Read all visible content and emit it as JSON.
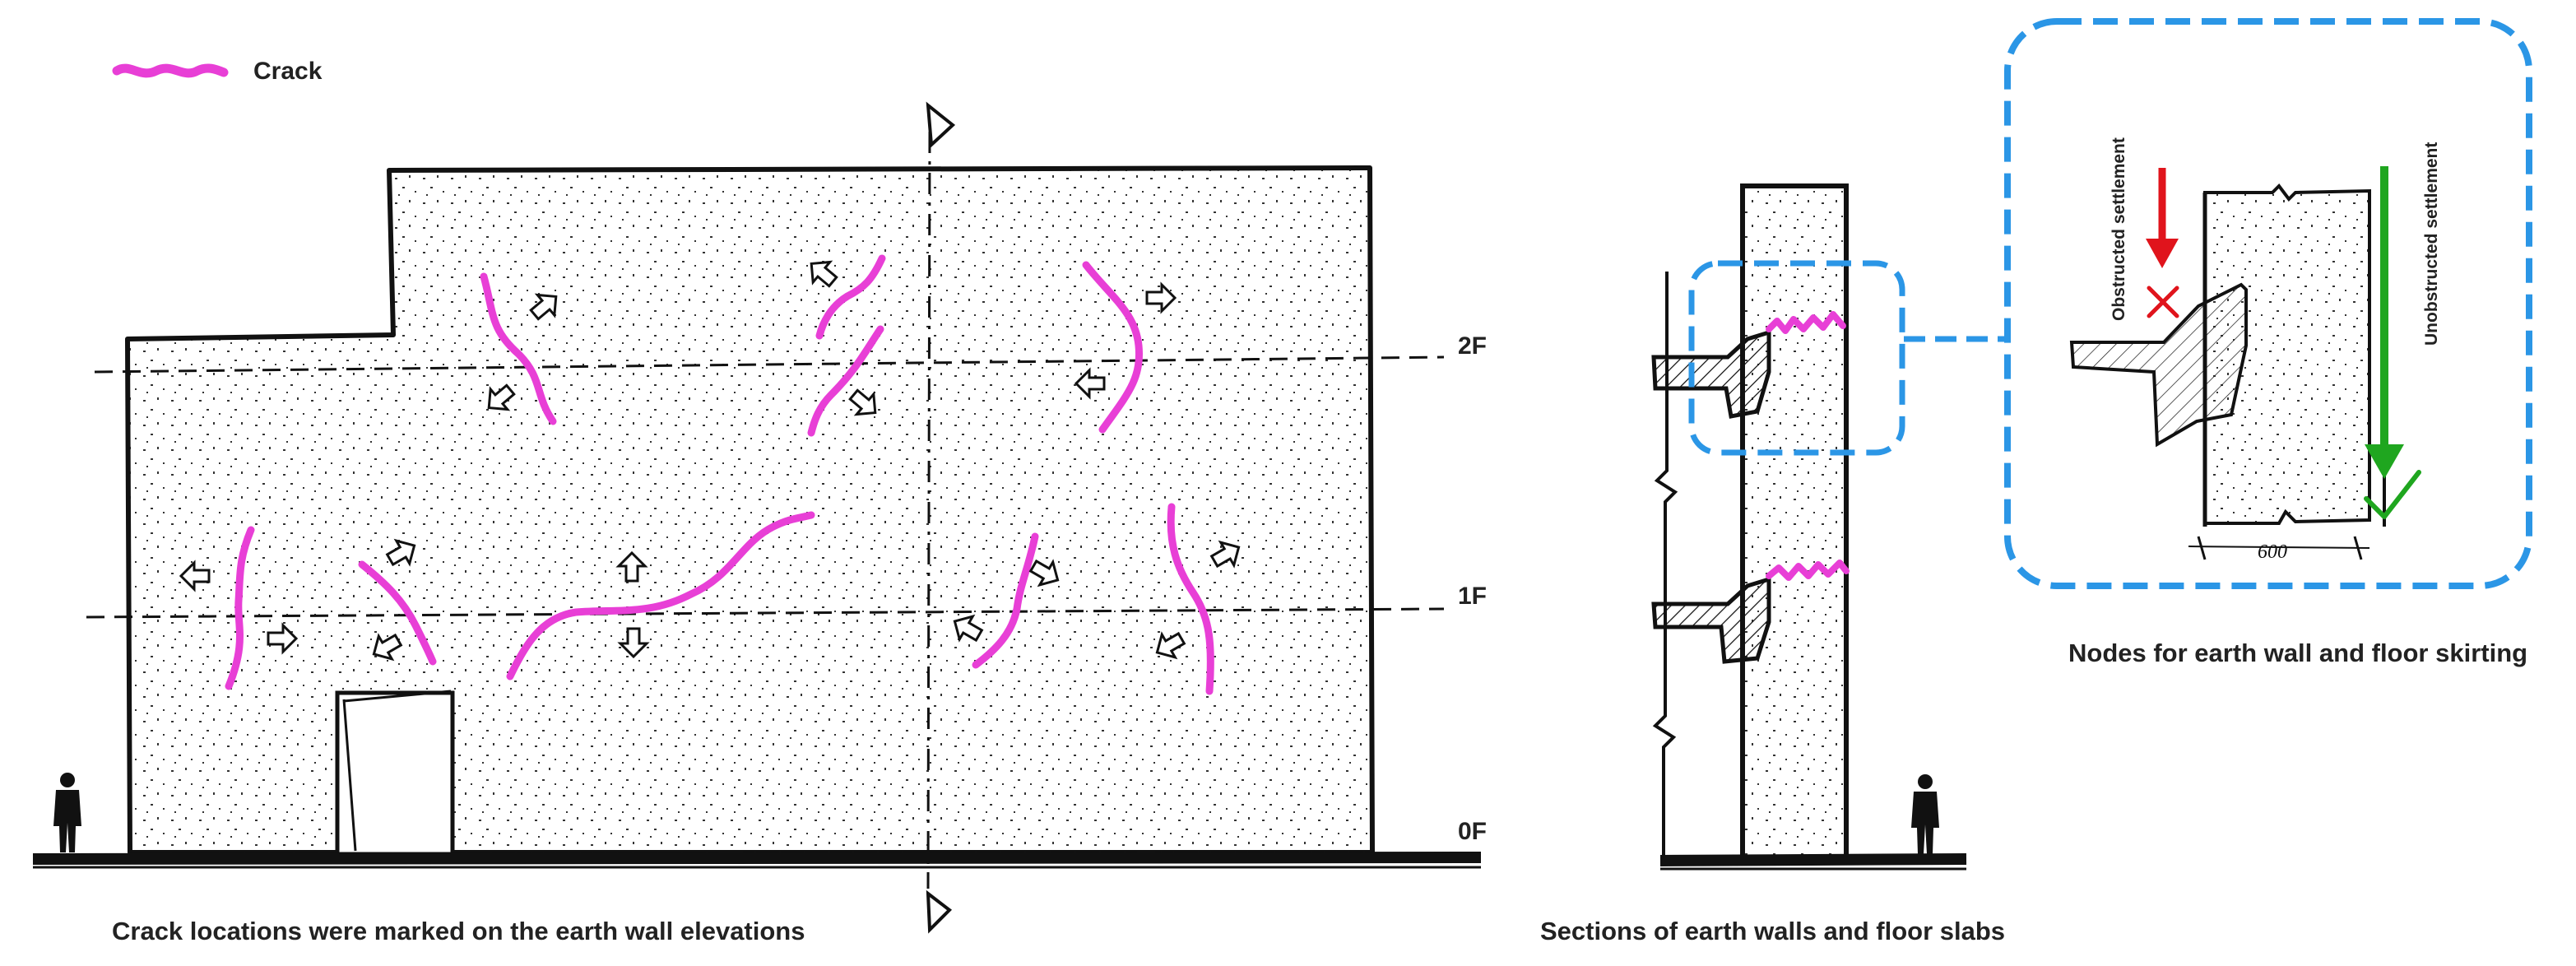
{
  "legend": {
    "crack_label": "Crack"
  },
  "elevation": {
    "level_labels": [
      "2F",
      "1F",
      "0F"
    ],
    "caption": "Crack locations were marked on the earth wall elevations"
  },
  "section": {
    "caption": "Sections of earth walls and floor slabs"
  },
  "detail": {
    "obstructed_label": "Obstructed settlement",
    "unobstructed_label": "Unobstructed settlement",
    "dimension_label": "600",
    "caption": "Nodes for earth wall and floor skirting"
  },
  "colors": {
    "crack": "#e83fd6",
    "callout": "#2b96e6",
    "obstructed": "#e0141c",
    "unobstructed": "#1fa61f",
    "ink": "#111111"
  }
}
